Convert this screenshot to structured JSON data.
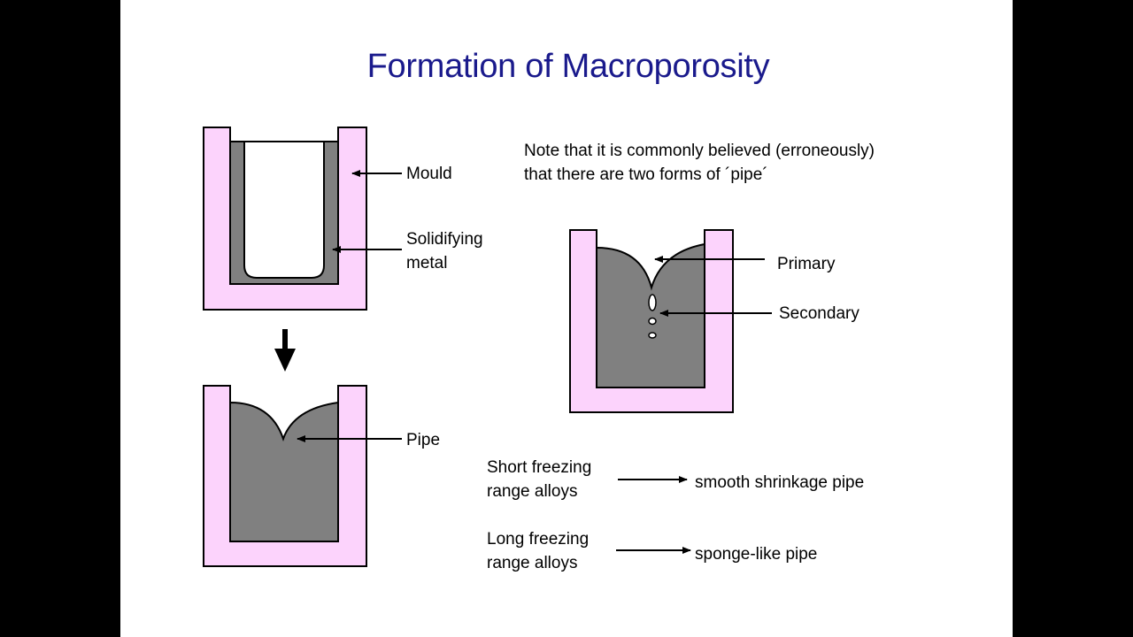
{
  "title": "Formation of Macroporosity",
  "labels": {
    "mould": "Mould",
    "solidifying_1": "Solidifying",
    "solidifying_2": "metal",
    "pipe": "Pipe",
    "primary": "Primary",
    "secondary": "Secondary"
  },
  "note": {
    "line1": "Note that it is commonly believed (erroneously)",
    "line2": "that there are two forms of ´pipe´"
  },
  "relations": [
    {
      "left1": "Short freezing",
      "left2": "range alloys",
      "right": "smooth shrinkage pipe"
    },
    {
      "left1": "Long freezing",
      "left2": "range alloys",
      "right": "sponge-like pipe"
    }
  ],
  "colors": {
    "title": "#1a1a8c",
    "mould": "#fcd3fc",
    "metal": "#808080",
    "outline": "#000000"
  }
}
